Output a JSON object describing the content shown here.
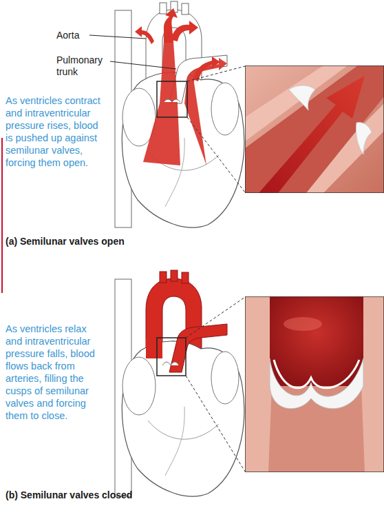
{
  "diagram": {
    "labels": [
      "Aorta",
      "Pulmonary trunk",
      "As ventricles contract and intraventricular pressure rises, blood is pushed up against semilunar valves, forcing them open.",
      "(a) Semilunar valves open",
      "As ventricles relax and intraventricular pressure falls, blood flows back from arteries, filling the cusps of semilunar valves and forcing them to close.",
      "(b) Semilunar valves closed"
    ]
  }
}
